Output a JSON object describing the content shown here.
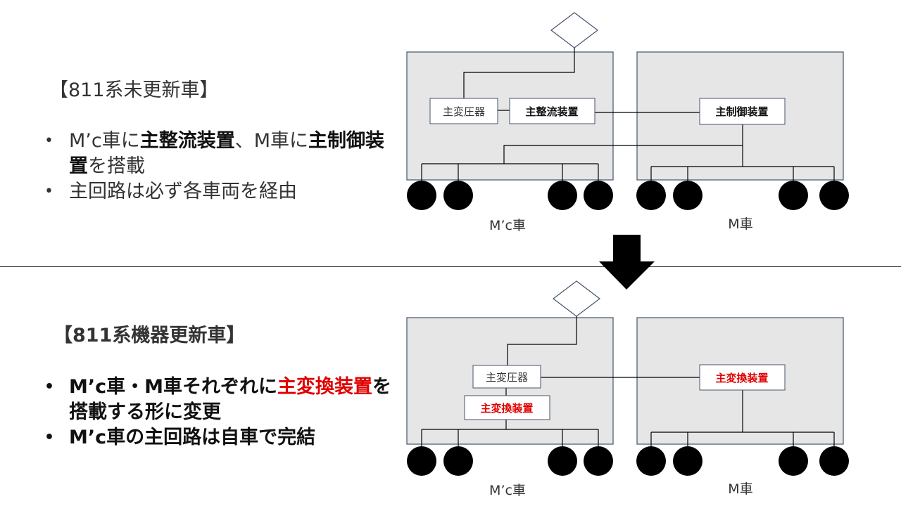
{
  "top": {
    "heading": "【811系未更新車】",
    "bullets": [
      {
        "parts": [
          {
            "text": "M’c車に",
            "style": "normal"
          },
          {
            "text": "主整流装置",
            "style": "bold"
          },
          {
            "text": "、M車に",
            "style": "normal"
          },
          {
            "text": "主制御装置",
            "style": "bold"
          },
          {
            "text": "を搭載",
            "style": "normal"
          }
        ]
      },
      {
        "parts": [
          {
            "text": "主回路は必ず各車両を経由",
            "style": "normal"
          }
        ]
      }
    ],
    "diagram": {
      "transformer": "主変圧器",
      "rectifier": "主整流装置",
      "controller": "主制御装置",
      "car_left_label": "M’c車",
      "car_right_label": "M車"
    }
  },
  "bottom": {
    "heading": "【811系機器更新車】",
    "bullets": [
      {
        "parts": [
          {
            "text": "M’c車・M車それぞれに",
            "style": "bold"
          },
          {
            "text": "主変換装置",
            "style": "red"
          },
          {
            "text": "を搭載する形に変更",
            "style": "bold"
          }
        ]
      },
      {
        "parts": [
          {
            "text": "M’c車の主回路は自車で完結",
            "style": "bold"
          }
        ]
      }
    ],
    "diagram": {
      "transformer": "主変圧器",
      "converter_left": "主変換装置",
      "converter_right": "主変換装置",
      "car_left_label": "M’c車",
      "car_right_label": "M車"
    }
  },
  "colors": {
    "car_fill": "#e6e6e6",
    "car_stroke": "#44546a",
    "emphasis_red": "#e00000",
    "wheel": "#000000"
  }
}
